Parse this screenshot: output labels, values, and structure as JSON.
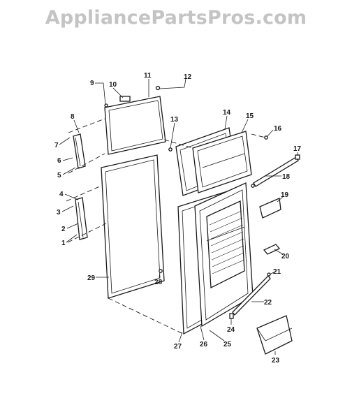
{
  "watermark": "AppliancePartsPros.com",
  "callouts": [
    "1",
    "2",
    "3",
    "4",
    "5",
    "6",
    "7",
    "8",
    "9",
    "10",
    "11",
    "12",
    "13",
    "14",
    "15",
    "16",
    "17",
    "18",
    "19",
    "20",
    "21",
    "22",
    "23",
    "24",
    "25",
    "26",
    "27",
    "28",
    "29"
  ]
}
